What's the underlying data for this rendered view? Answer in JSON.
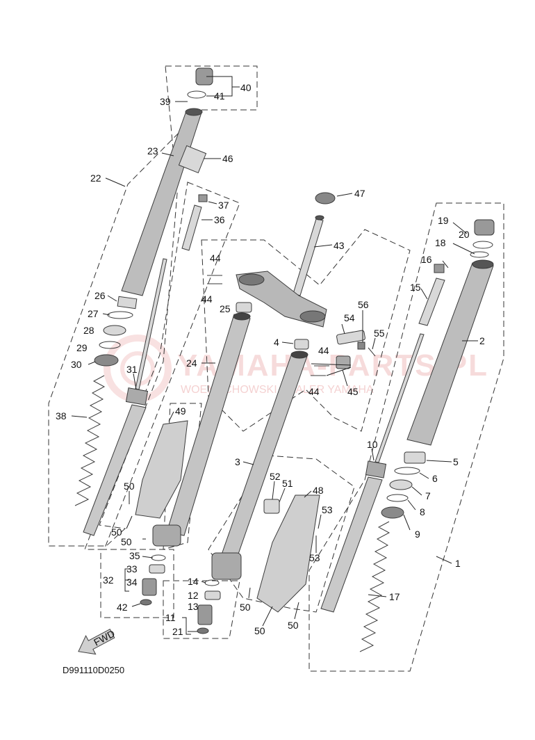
{
  "diagram": {
    "drawing_code": "D991110D0250",
    "fwd_label": "FWD",
    "watermark": {
      "title": "YAMAHA-PARTS.PL",
      "subtitle": "WOEMSCHOWSKI DEALER YAMAHA"
    },
    "callouts": [
      "40",
      "41",
      "39",
      "23",
      "46",
      "22",
      "37",
      "36",
      "47",
      "43",
      "44",
      "44",
      "25",
      "19",
      "20",
      "18",
      "16",
      "15",
      "26",
      "27",
      "28",
      "29",
      "30",
      "31",
      "24",
      "54",
      "56",
      "55",
      "4",
      "44",
      "44",
      "45",
      "2",
      "38",
      "49",
      "3",
      "10",
      "5",
      "6",
      "7",
      "8",
      "9",
      "52",
      "51",
      "48",
      "53",
      "53",
      "50",
      "50",
      "50",
      "35",
      "33",
      "32",
      "34",
      "42",
      "14",
      "12",
      "13",
      "11",
      "21",
      "50",
      "50",
      "50",
      "17",
      "1"
    ]
  }
}
